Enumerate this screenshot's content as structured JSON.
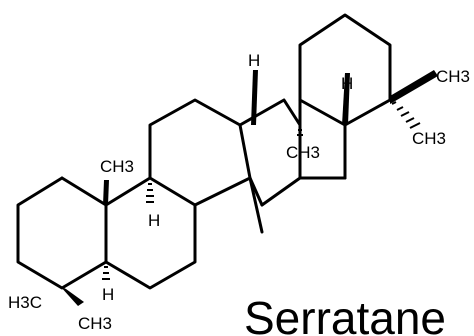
{
  "molecule": {
    "name": "Serratane"
  },
  "labels": {
    "h_upper_mid": "H",
    "h_upper_right": "H",
    "h_left_mid": "H",
    "h_lower_left": "H",
    "methyl_upper_mid": "CH3",
    "methyl_upper_right_wedge": "CH3",
    "methyl_upper_right_dash": "CH3",
    "methyl_left_mid": "CH3",
    "methyl_lower_left_a": "H3C",
    "methyl_lower_left_b": "CH3"
  }
}
